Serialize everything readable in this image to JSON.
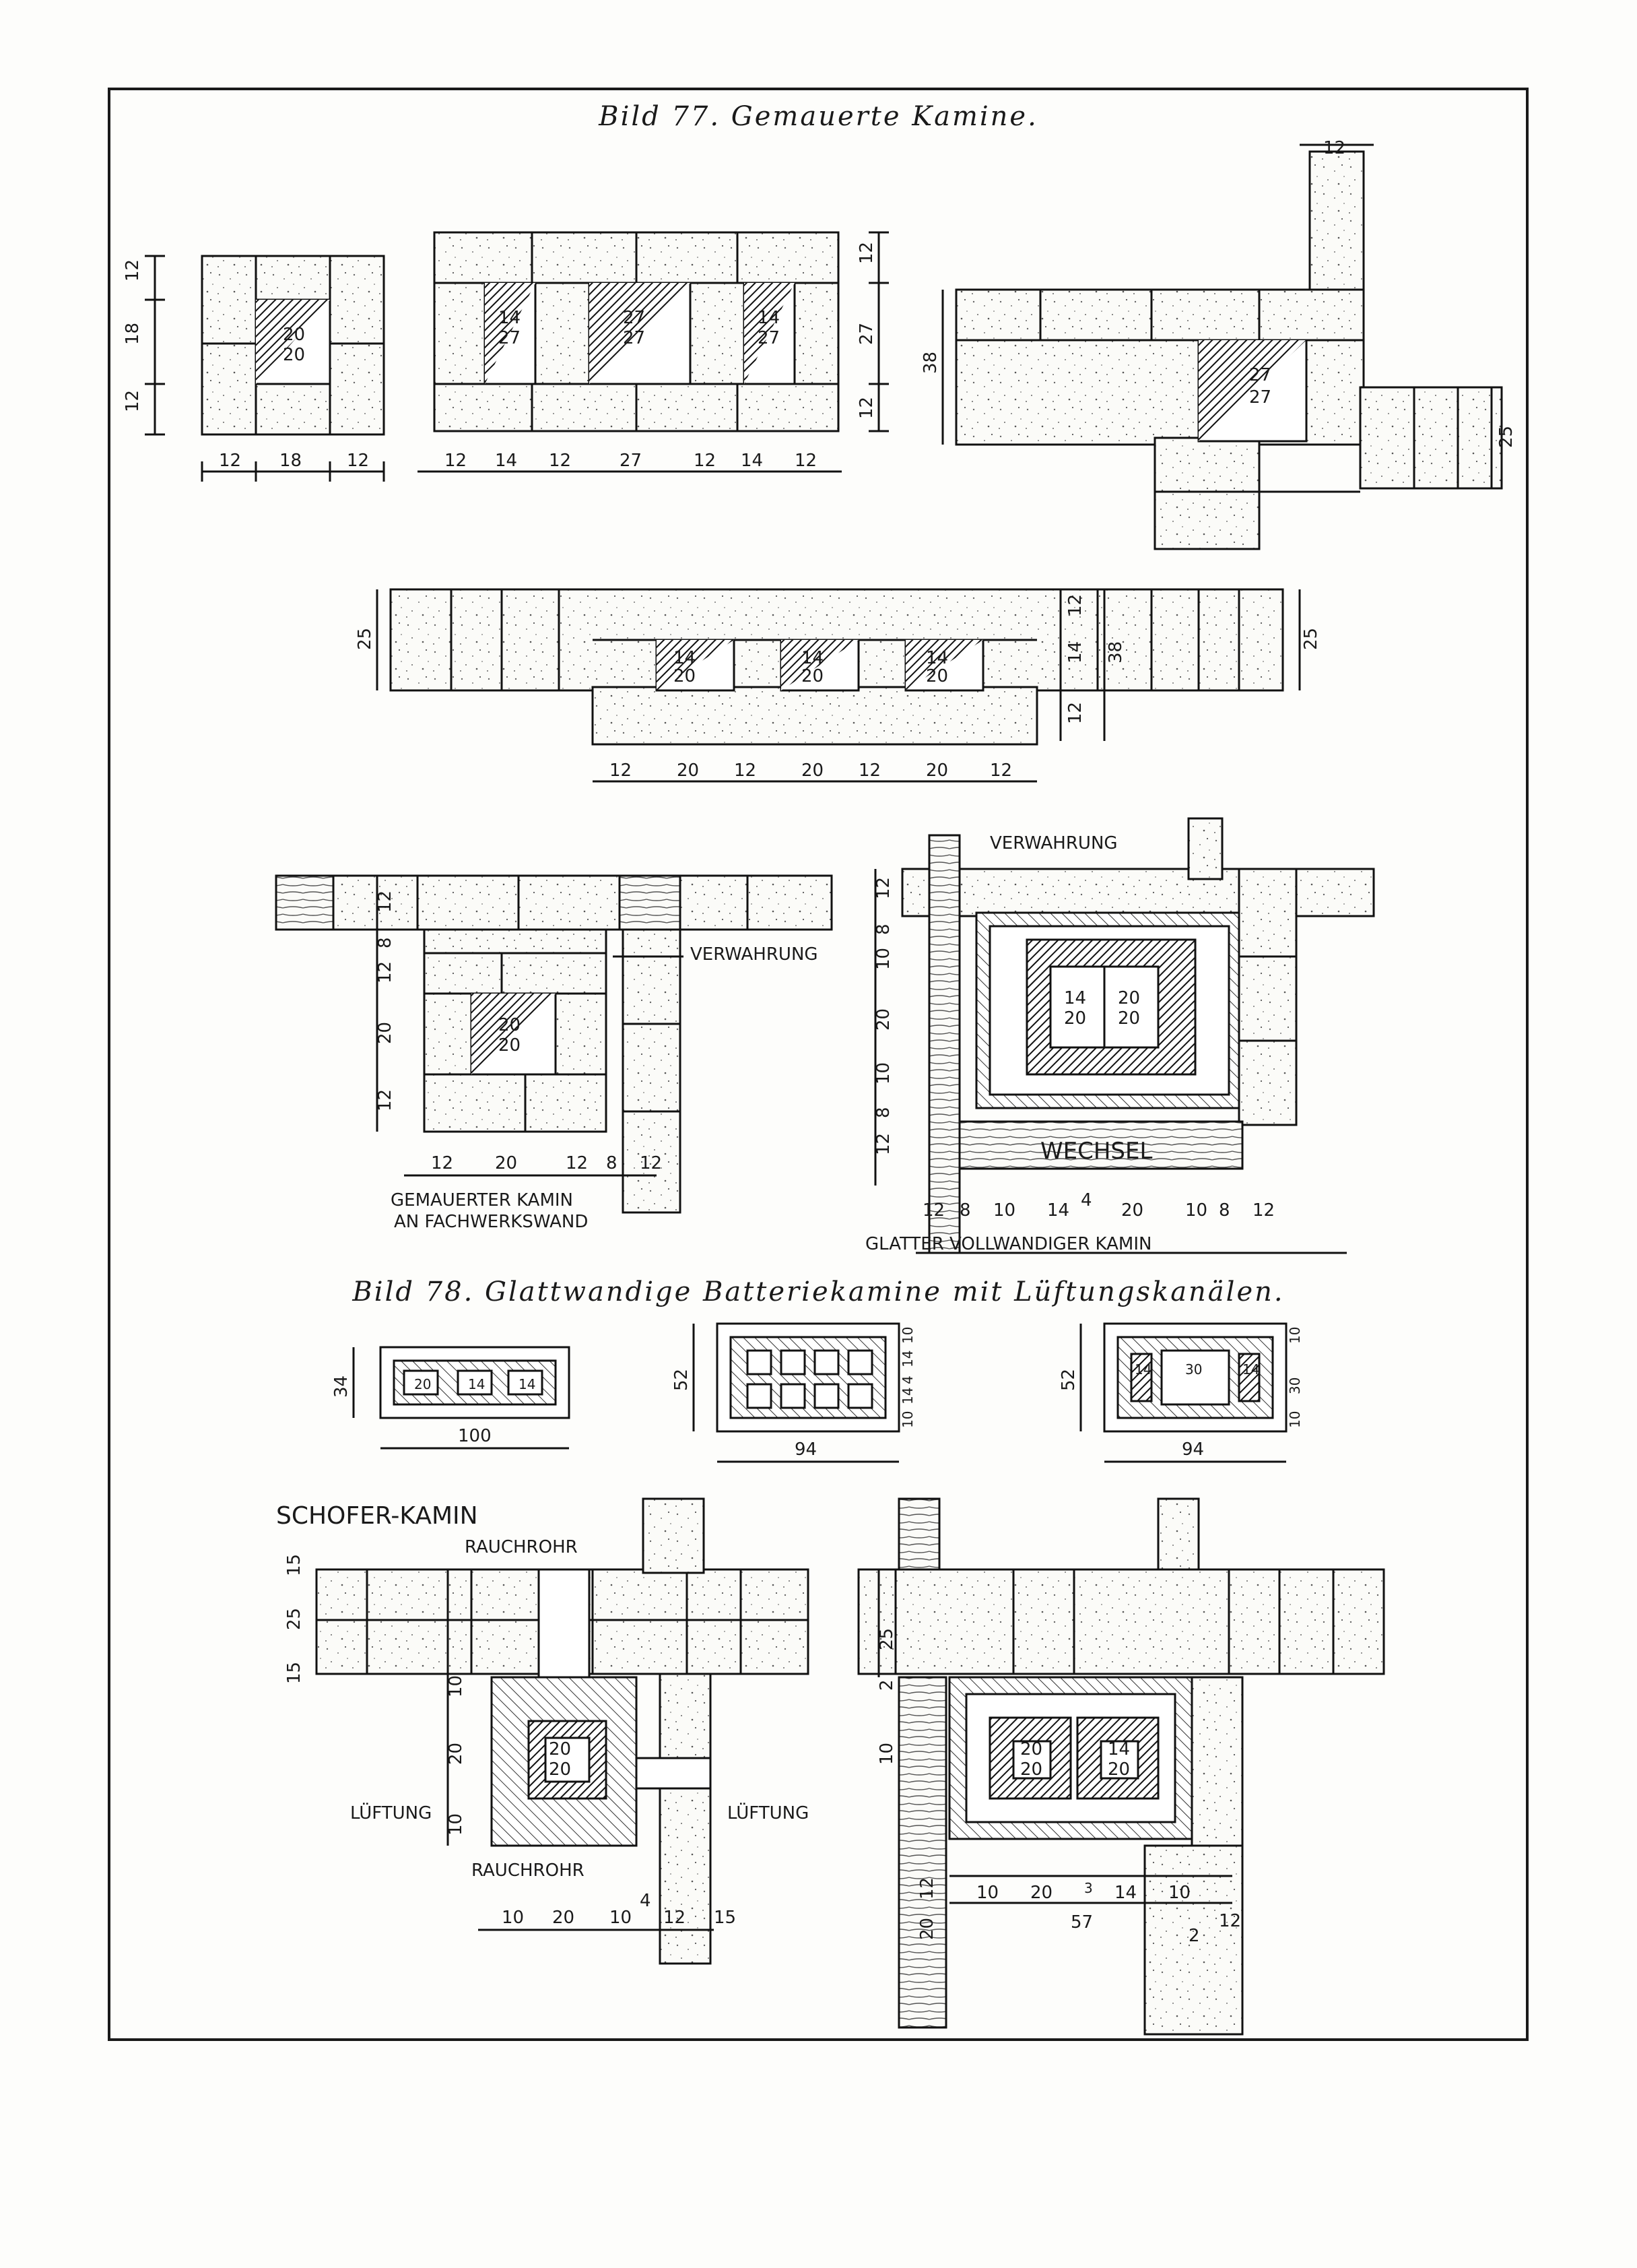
{
  "figure77": {
    "caption": "Bild 77. Gemauerte Kamine.",
    "drawing1": {
      "vdims": [
        "12",
        "18",
        "12"
      ],
      "hdims": [
        "12",
        "18",
        "12"
      ],
      "flue": [
        "20",
        "20"
      ]
    },
    "drawing2": {
      "vdims": [
        "12",
        "27",
        "12"
      ],
      "hdims": [
        "12",
        "14",
        "12",
        "27",
        "12",
        "14",
        "12"
      ],
      "flues": [
        [
          "14",
          "27"
        ],
        [
          "27",
          "27"
        ],
        [
          "14",
          "27"
        ]
      ]
    },
    "drawing3": {
      "top_dim": "12",
      "left_dim": "38",
      "right_dim": "25",
      "flue": [
        "27",
        "27"
      ]
    },
    "drawing4": {
      "left_dim": "25",
      "right_dims": [
        "12",
        "14",
        "12"
      ],
      "dim_38": "38",
      "dim_25": "25",
      "hdims": [
        "12",
        "20",
        "12",
        "20",
        "12",
        "20",
        "12"
      ],
      "flues": [
        [
          "14",
          "20"
        ],
        [
          "14",
          "20"
        ],
        [
          "14",
          "20"
        ]
      ]
    },
    "drawing5": {
      "label_verwahrung": "VERWAHRUNG",
      "vdims": [
        "12",
        "8",
        "12",
        "20",
        "12"
      ],
      "hdims": [
        "12",
        "20",
        "12",
        "8",
        "12"
      ],
      "flue": [
        "20",
        "20"
      ],
      "title_line1": "GEMAUERTER KAMIN",
      "title_line2": "AN FACHWERKSWAND"
    },
    "drawing6": {
      "label_verwahrung": "VERWAHRUNG",
      "label_wechsel": "WECHSEL",
      "vdims": [
        "12",
        "8",
        "10",
        "20",
        "10",
        "8",
        "12"
      ],
      "hdims": [
        "12",
        "8",
        "10",
        "14",
        "20",
        "10",
        "8",
        "12"
      ],
      "mark_4": "4",
      "flues": [
        [
          "14",
          "20"
        ],
        [
          "20",
          "20"
        ]
      ],
      "title": "GLATTER VOLLWANDIGER KAMIN"
    }
  },
  "figure78": {
    "caption": "Bild 78. Glattwandige Batteriekamine mit Lüftungskanälen.",
    "block1": {
      "height": "34",
      "width": "100",
      "flue_labels": [
        "20",
        "14",
        "14"
      ]
    },
    "block2": {
      "height": "52",
      "width": "94",
      "side_dims": [
        "10",
        "14",
        "4",
        "14",
        "10"
      ]
    },
    "block3": {
      "height": "52",
      "width": "94",
      "side_dims": [
        "10",
        "30",
        "10"
      ],
      "flue_labels": [
        "14",
        "30",
        "14"
      ]
    },
    "schofer": {
      "title": "SCHOFER-KAMIN",
      "label_rauchrohr_top": "RAUCHROHR",
      "label_rauchrohr_bottom": "RAUCHROHR",
      "label_lueftung_left": "LÜFTUNG",
      "label_lueftung_right": "LÜFTUNG",
      "vdims": [
        "15",
        "25",
        "15",
        "10",
        "20",
        "10"
      ],
      "hdims": [
        "10",
        "20",
        "10",
        "12",
        "15"
      ],
      "mark_4": "4",
      "flue": [
        "20",
        "20"
      ]
    },
    "last": {
      "vdims": [
        "25",
        "2",
        "10",
        "12",
        "20"
      ],
      "hdims": [
        "10",
        "20",
        "3",
        "14",
        "10",
        "12"
      ],
      "total": "57",
      "small": "2",
      "flues": [
        [
          "20",
          "20"
        ],
        [
          "14",
          "20"
        ]
      ]
    }
  }
}
